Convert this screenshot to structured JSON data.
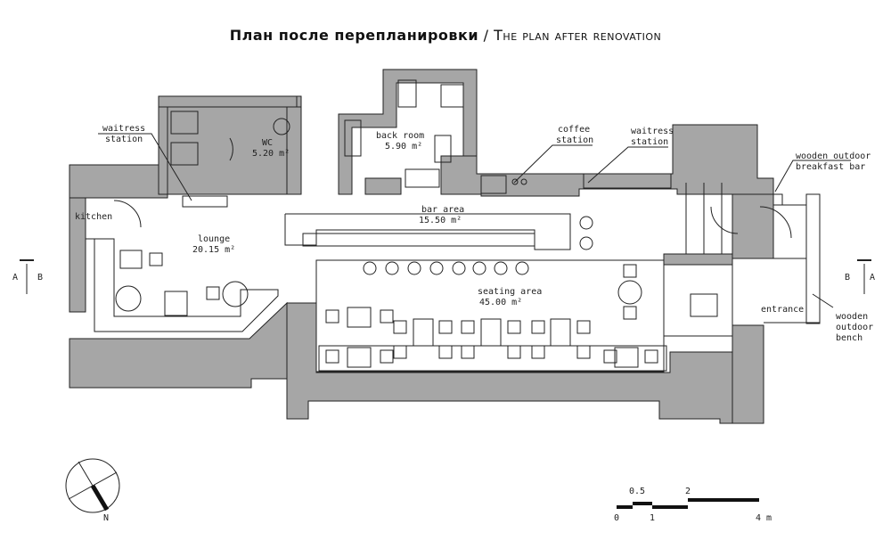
{
  "title": {
    "ru": "План после перепланировки",
    "sep": " / ",
    "en": "The plan after renovation"
  },
  "rooms": {
    "kitchen": "kitchen",
    "lounge": "lounge",
    "lounge_area": "20.15 m²",
    "wc": "WC",
    "wc_area": "5.20 m²",
    "back_room": "back room",
    "back_room_area": "5.90 m²",
    "bar_area": "bar area",
    "bar_area_area": "15.50 m²",
    "seating_area": "seating area",
    "seating_area_area": "45.00 m²",
    "entrance": "entrance"
  },
  "callouts": {
    "waitress_station_left_1": "waitress",
    "waitress_station_left_2": "station",
    "coffee_station_1": "coffee",
    "coffee_station_2": "station",
    "waitress_station_right_1": "waitress",
    "waitress_station_right_2": "station",
    "breakfast_bar_1": "wooden outdoor",
    "breakfast_bar_2": "breakfast bar",
    "bench_1": "wooden",
    "bench_2": "outdoor",
    "bench_3": "bench"
  },
  "section_marks": {
    "left_a": "A",
    "left_b": "B",
    "right_a": "A",
    "right_b": "B"
  },
  "compass": {
    "north": "N"
  },
  "scale_bar": {
    "top_labels": [
      "0.5",
      "2"
    ],
    "bottom_labels": [
      "0",
      "1",
      "4 m"
    ]
  },
  "colors": {
    "wall": "#a6a6a6",
    "line": "#222222"
  }
}
